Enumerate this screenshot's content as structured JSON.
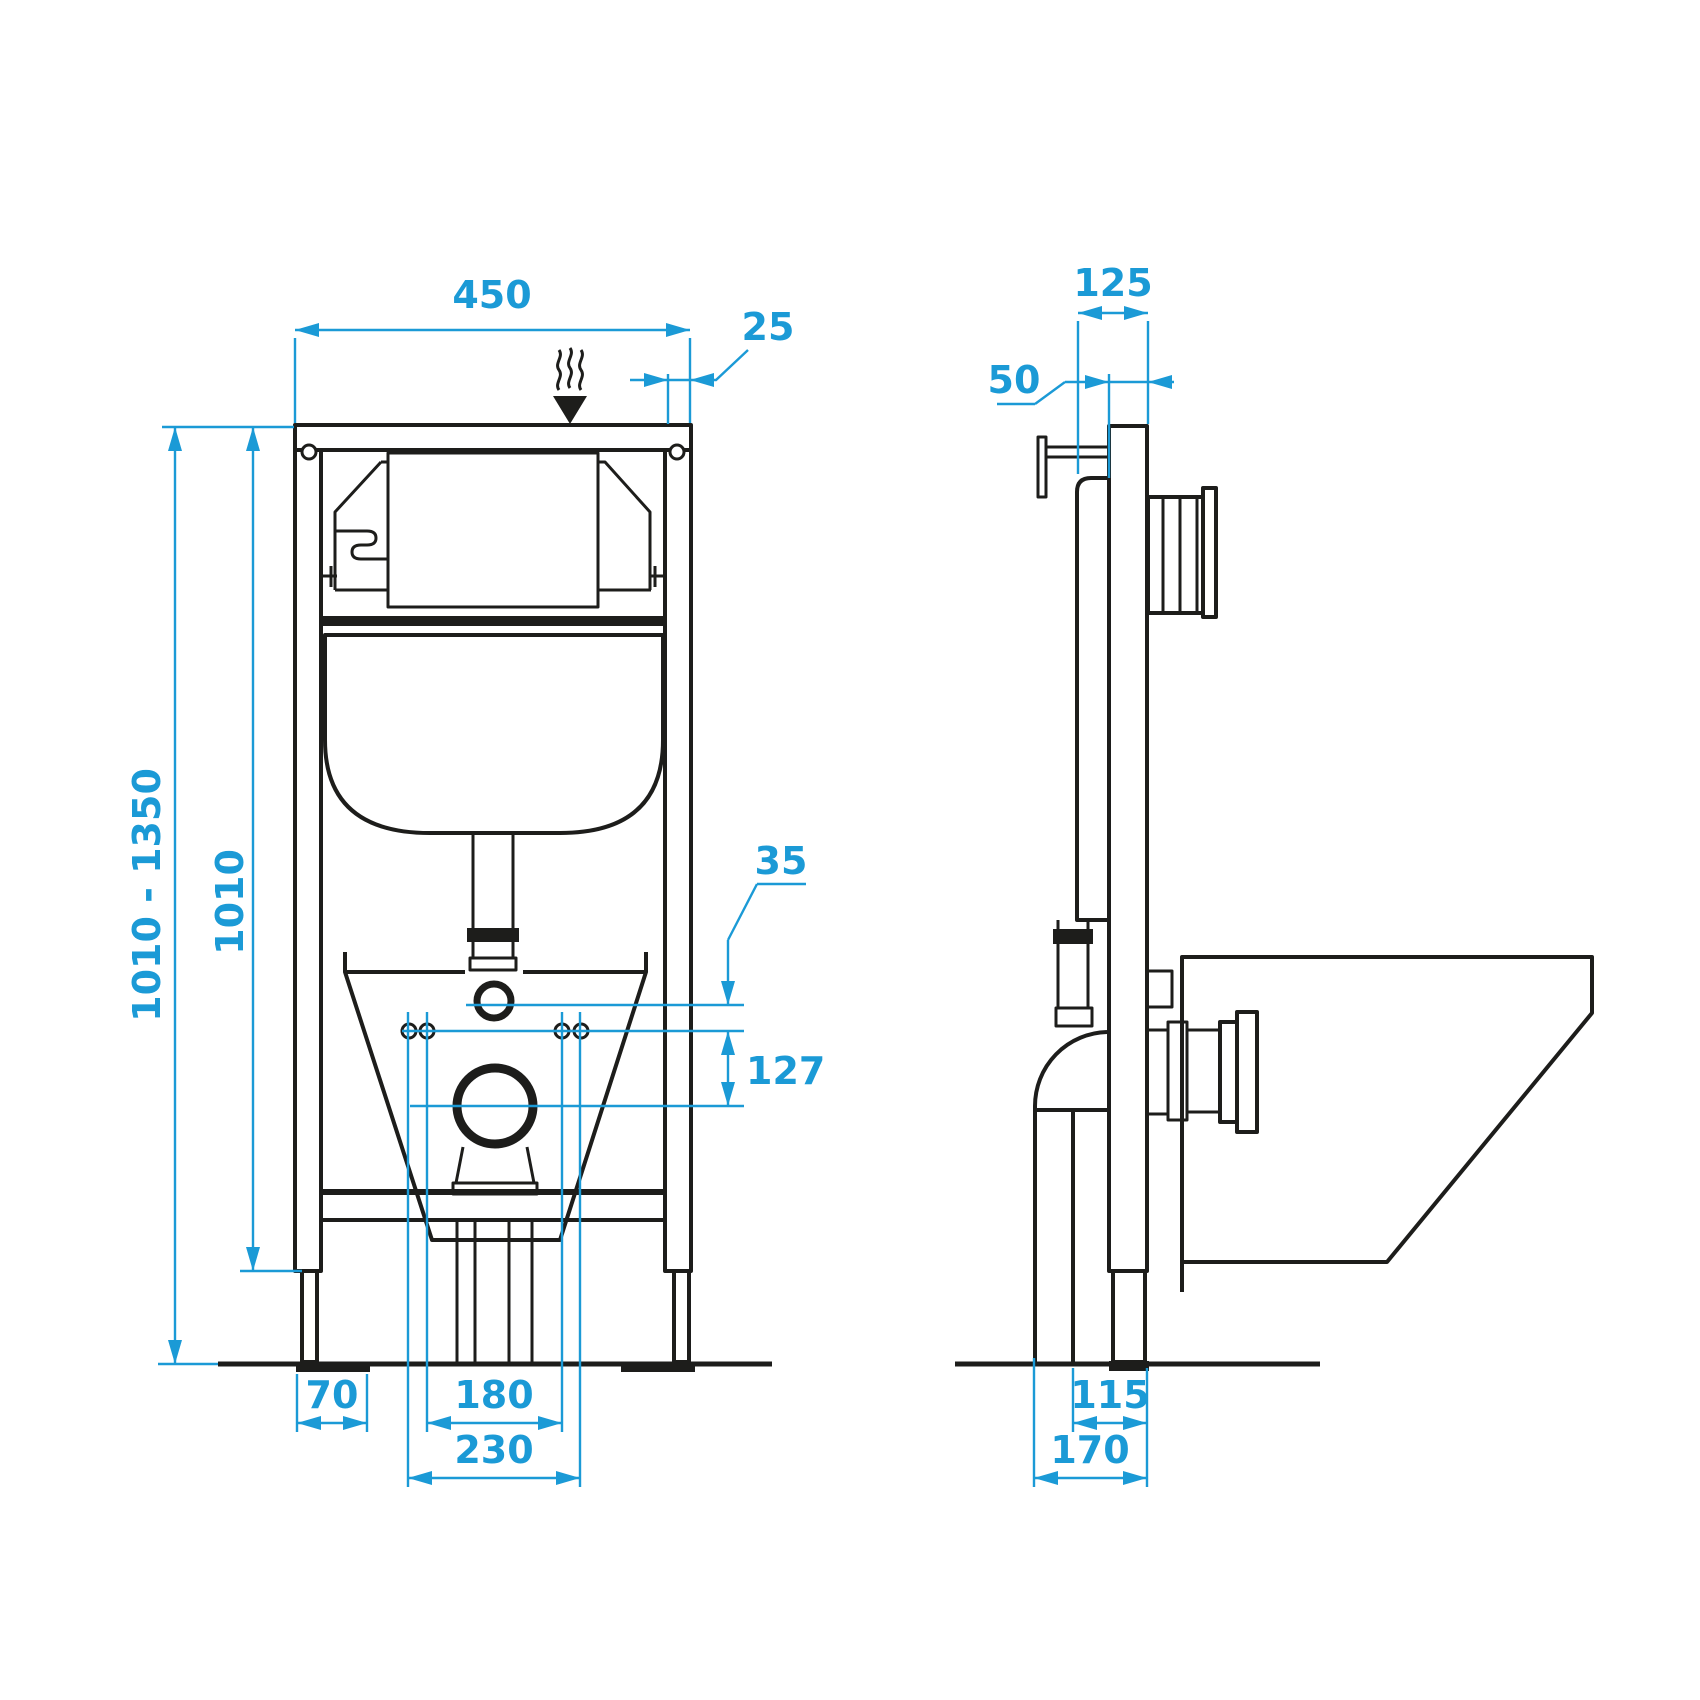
{
  "drawing": {
    "type": "installation-frame-technical-drawing",
    "views": [
      "front",
      "side"
    ],
    "units": "mm"
  },
  "front_view": {
    "dims": {
      "width": "450",
      "profile_overhang": "25",
      "height_adjustable": "1010 - 1350",
      "height_frame": "1010",
      "inlet_to_bolts": "35",
      "bolts_to_drain": "127",
      "foot_plate_width": "70",
      "bolt_spacing_inner": "180",
      "bolt_spacing_outer": "230"
    }
  },
  "side_view": {
    "dims": {
      "total_depth": "125",
      "profile_depth": "50",
      "drain_to_face": "115",
      "floor_depth": "170"
    }
  },
  "colors": {
    "dimension_blue": "#1b9ad6",
    "line_black": "#1d1d1b",
    "background": "#ffffff"
  },
  "icons": {
    "odor_arrow": "odor-extraction-arrow"
  }
}
